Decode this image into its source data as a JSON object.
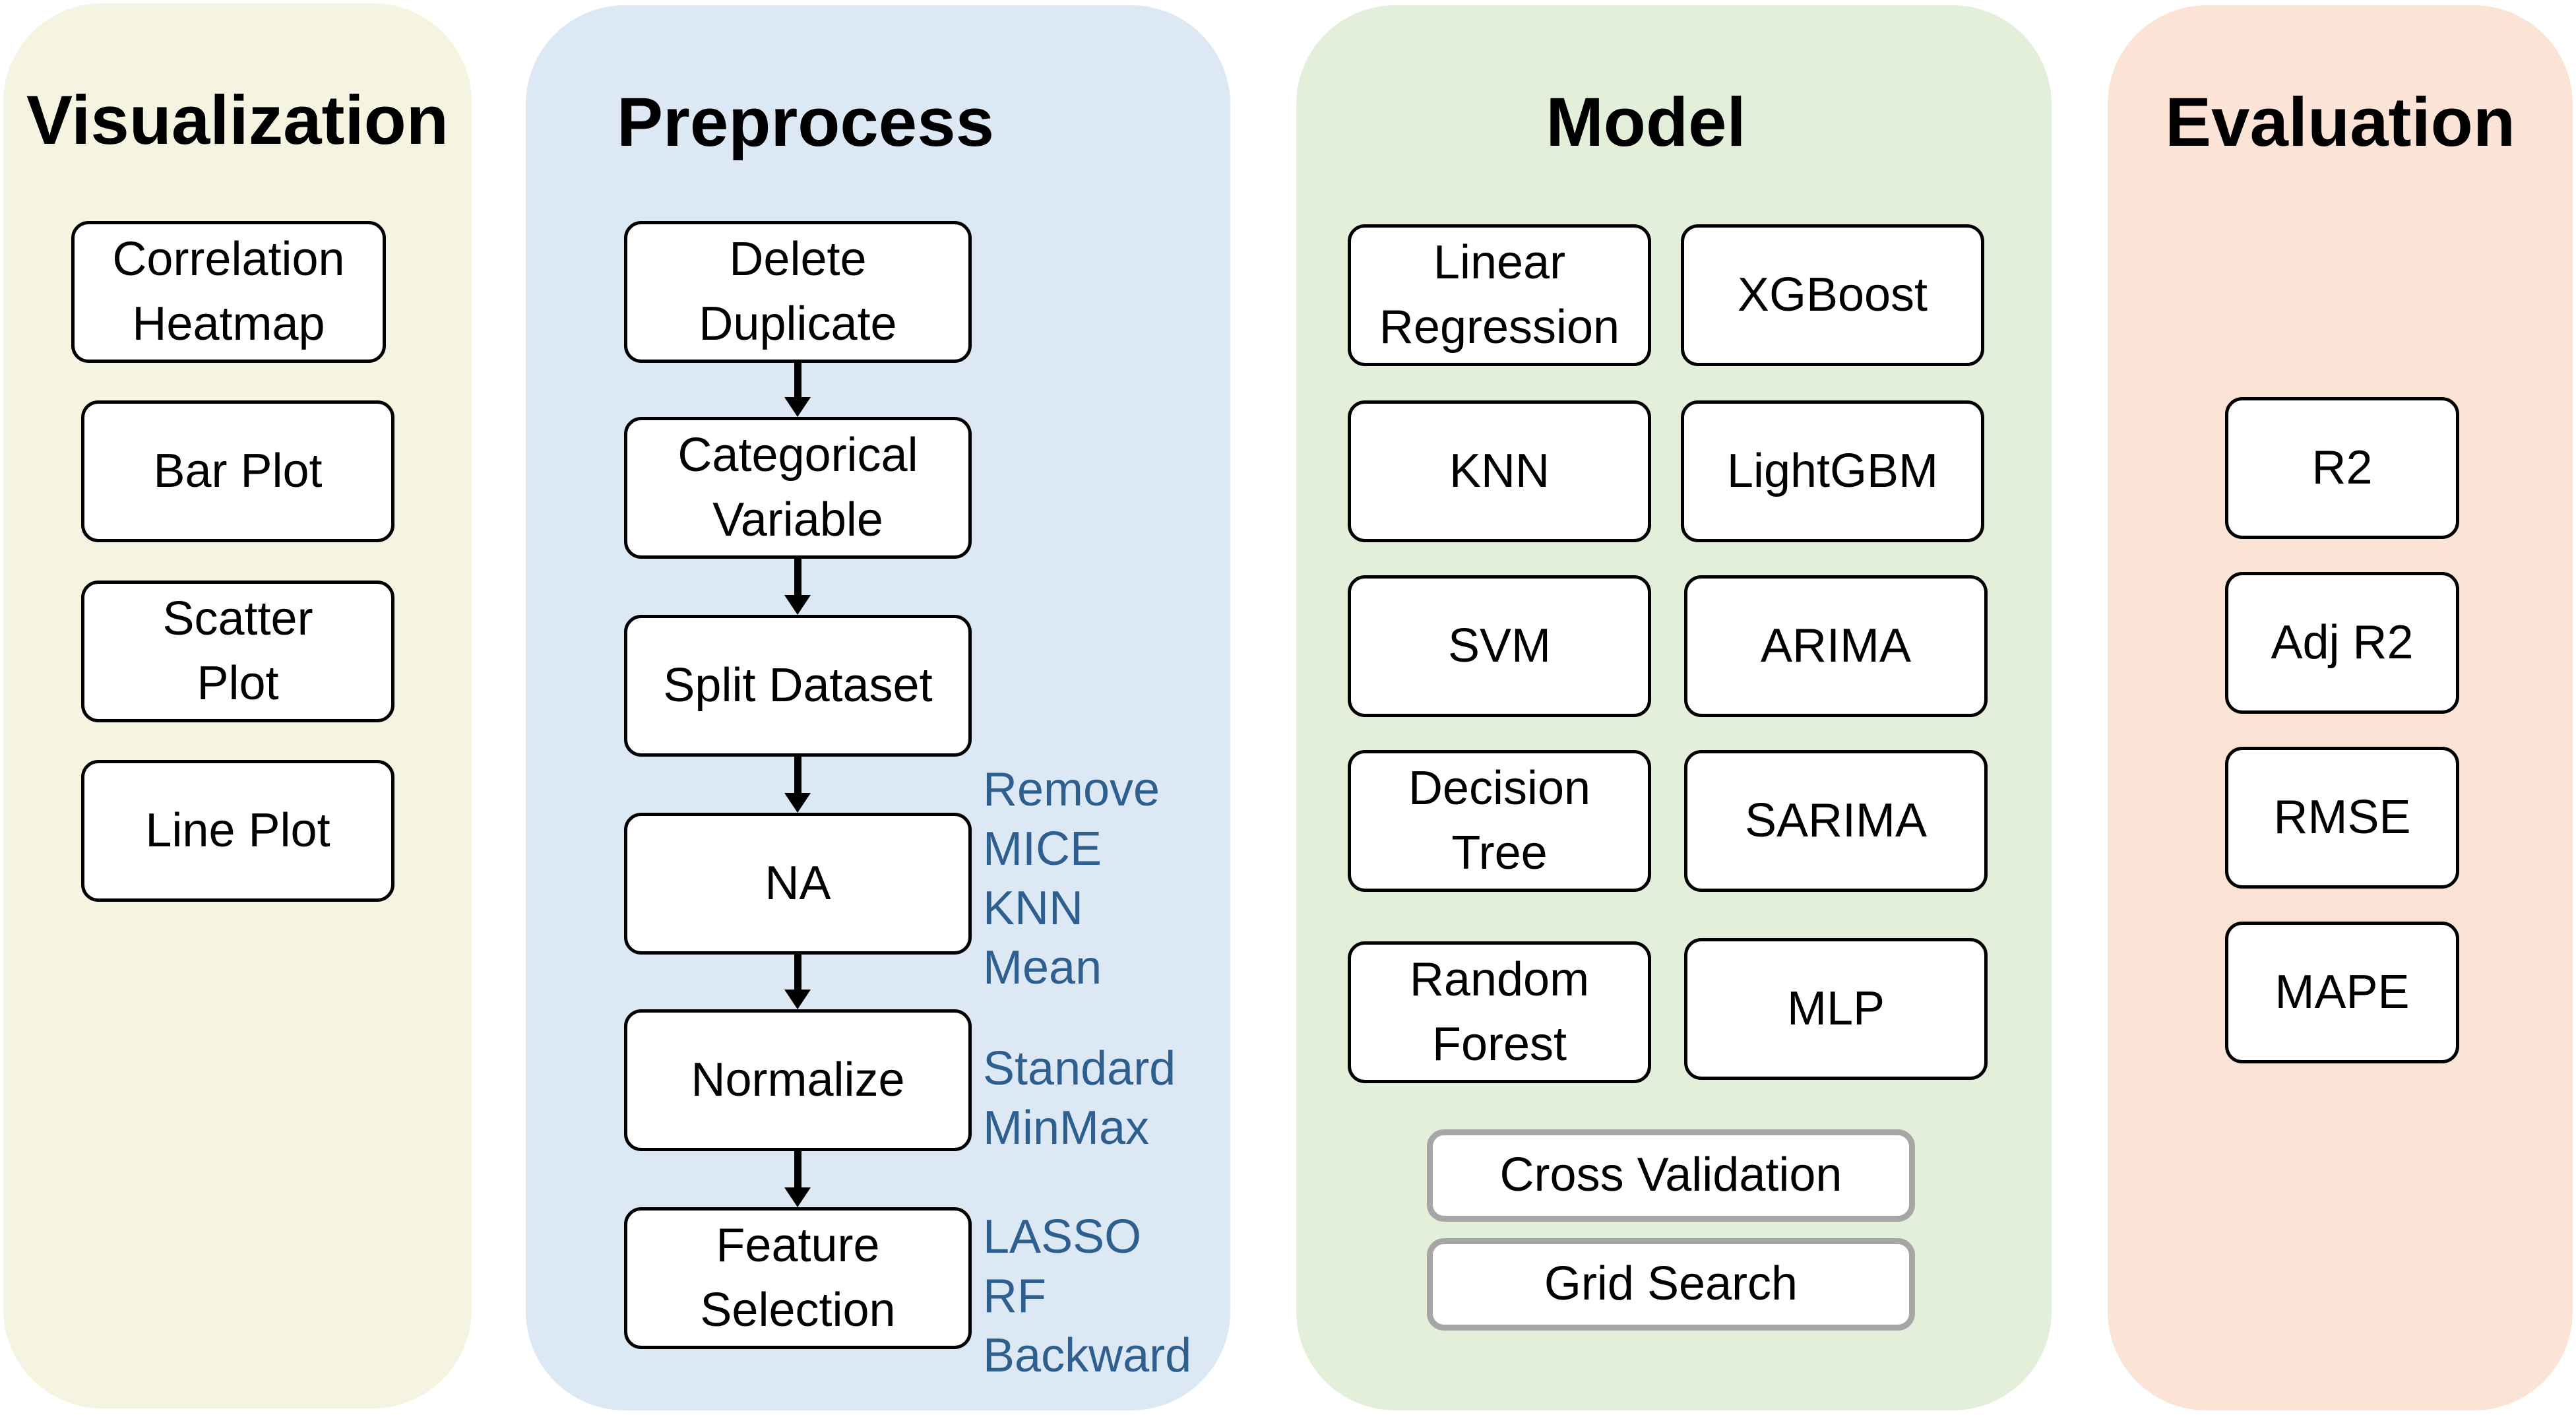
{
  "colors": {
    "visualization_bg": "#f5f4e0",
    "preprocess_bg": "#dde8f5",
    "model_bg": "#e3efd9",
    "evaluation_bg": "#fbe3d6",
    "note_text": "#2f5f8f",
    "secondary_box_border": "#a6a6a6"
  },
  "visualization": {
    "title": "Visualization",
    "items": [
      "Correlation\nHeatmap",
      "Bar Plot",
      "Scatter\nPlot",
      "Line Plot"
    ]
  },
  "preprocess": {
    "title": "Preprocess",
    "steps": [
      "Delete\nDuplicate",
      "Categorical\nVariable",
      "Split Dataset",
      "NA",
      "Normalize",
      "Feature\nSelection"
    ],
    "na_options": "Remove\nMICE\nKNN\nMean",
    "normalize_options": "Standard\nMinMax",
    "feature_selection_options": "LASSO\nRF\nBackward"
  },
  "model": {
    "title": "Model",
    "models": [
      "Linear\nRegression",
      "XGBoost",
      "KNN",
      "LightGBM",
      "SVM",
      "ARIMA",
      "Decision\nTree",
      "SARIMA",
      "Random\nForest",
      "MLP"
    ],
    "tuning": [
      "Cross Validation",
      "Grid Search"
    ]
  },
  "evaluation": {
    "title": "Evaluation",
    "metrics": [
      "R2",
      "Adj R2",
      "RMSE",
      "MAPE"
    ]
  }
}
